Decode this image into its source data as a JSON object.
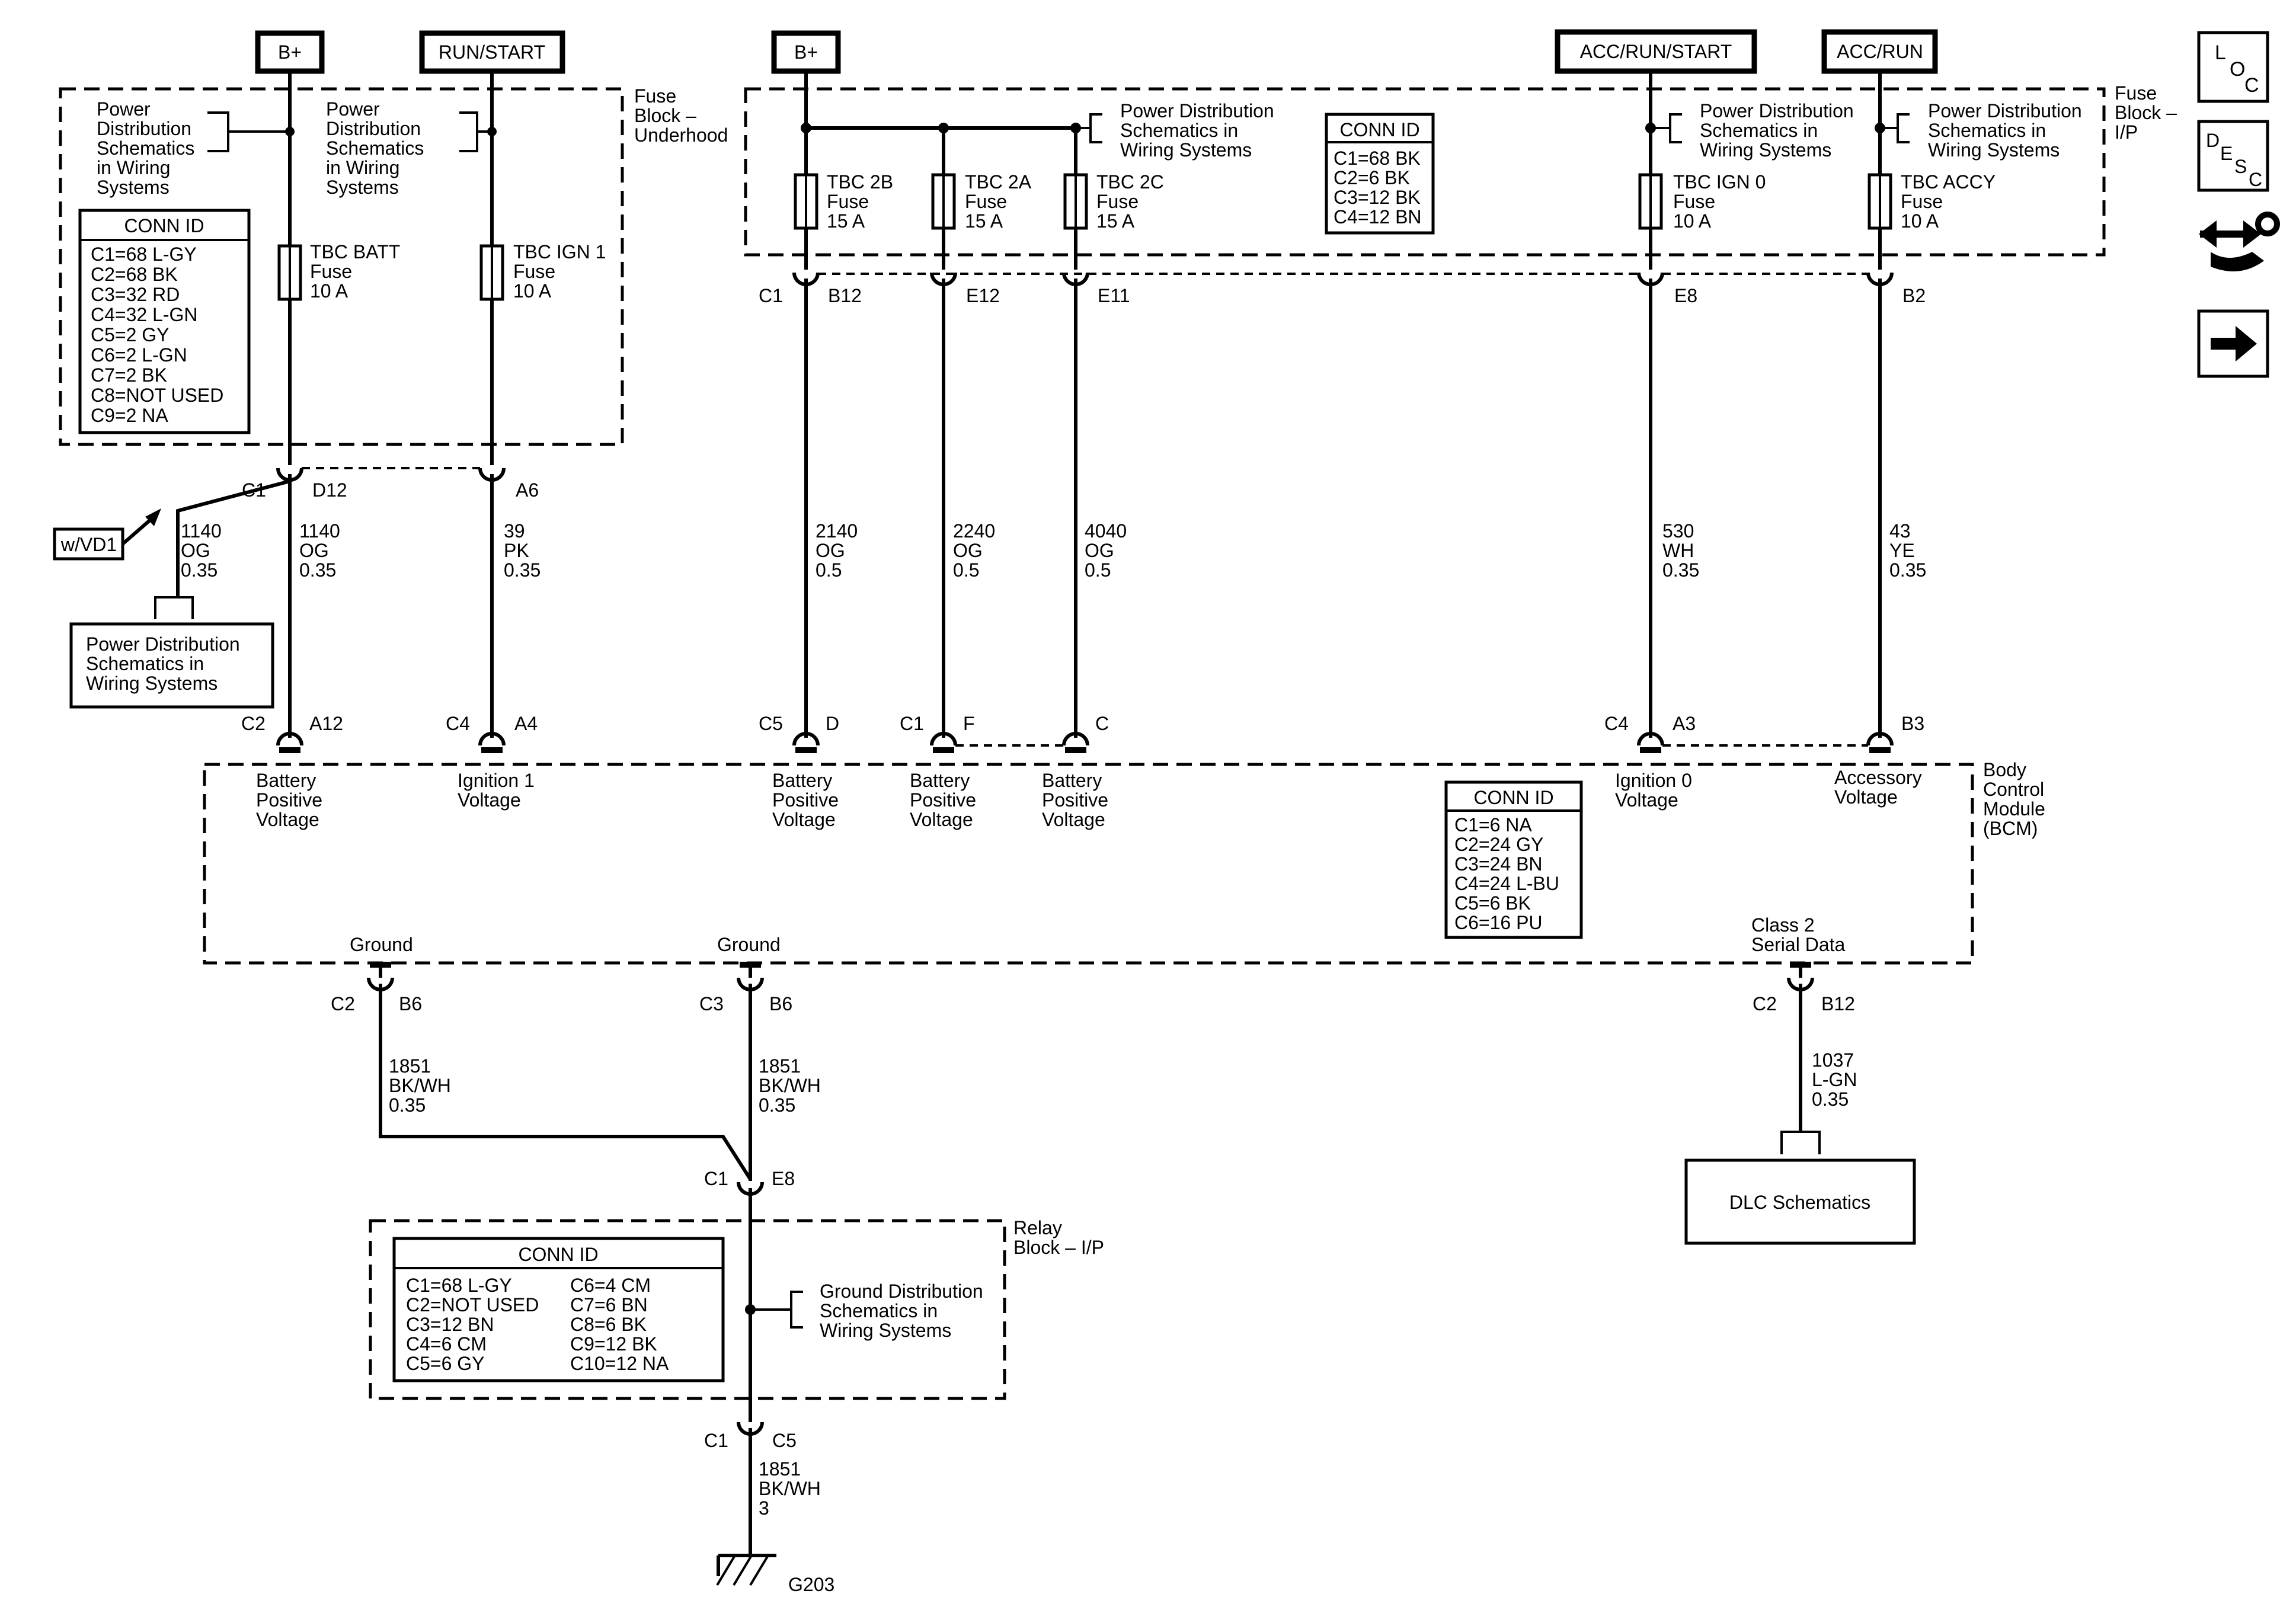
{
  "supplies": [
    {
      "id": "bplus1",
      "label": "B+"
    },
    {
      "id": "runstart",
      "label": "RUN/START"
    },
    {
      "id": "bplus2",
      "label": "B+"
    },
    {
      "id": "accrunstart",
      "label": "ACC/RUN/START"
    },
    {
      "id": "accrun",
      "label": "ACC/RUN"
    }
  ],
  "fuse_block_underhood": {
    "label_lines": [
      "Fuse",
      "Block –",
      "Underhood"
    ]
  },
  "fuse_block_ip": {
    "label_lines": [
      "Fuse",
      "Block –",
      "I/P"
    ]
  },
  "pd_ref": [
    "Power",
    "Distribution",
    "Schematics",
    "in Wiring",
    "Systems"
  ],
  "pd_ref_short": [
    "Power Distribution",
    "Schematics in",
    "Wiring Systems"
  ],
  "conn_underhood": {
    "title": "CONN ID",
    "rows": [
      "C1=68 L-GY",
      "C2=68 BK",
      "C3=32 RD",
      "C4=32 L-GN",
      "C5=2 GY",
      "C6=2 L-GN",
      "C7=2 BK",
      "C8=NOT USED",
      "C9=2 NA"
    ]
  },
  "conn_ip": {
    "title": "CONN ID",
    "rows": [
      "C1=68 BK",
      "C2=6 BK",
      "C3=12 BK",
      "C4=12 BN"
    ]
  },
  "conn_bcm": {
    "title": "CONN ID",
    "rows": [
      "C1=6 NA",
      "C2=24 GY",
      "C3=24 BN",
      "C4=24 L-BU",
      "C5=6 BK",
      "C6=16 PU"
    ]
  },
  "conn_relay": {
    "title": "CONN ID",
    "col1": [
      "C1=68 L-GY",
      "C2=NOT USED",
      "C3=12 BN",
      "C4=6 CM",
      "C5=6 GY"
    ],
    "col2": [
      "C6=4 CM",
      "C7=6 BN",
      "C8=6 BK",
      "C9=12 BK",
      "C10=12 NA"
    ]
  },
  "fuses": [
    {
      "id": "batt",
      "lines": [
        "TBC BATT",
        "Fuse",
        "10 A"
      ]
    },
    {
      "id": "ign1",
      "lines": [
        "TBC IGN 1",
        "Fuse",
        "10 A"
      ]
    },
    {
      "id": "f2b",
      "lines": [
        "TBC 2B",
        "Fuse",
        "15 A"
      ]
    },
    {
      "id": "f2a",
      "lines": [
        "TBC 2A",
        "Fuse",
        "15 A"
      ]
    },
    {
      "id": "f2c",
      "lines": [
        "TBC 2C",
        "Fuse",
        "15 A"
      ]
    },
    {
      "id": "ign0",
      "lines": [
        "TBC IGN 0",
        "Fuse",
        "10 A"
      ]
    },
    {
      "id": "accy",
      "lines": [
        "TBC ACCY",
        "Fuse",
        "10 A"
      ]
    }
  ],
  "upper_pins": {
    "c1": "C1",
    "d12": "D12",
    "a6": "A6",
    "c1b": "C1",
    "b12": "B12",
    "e12": "E12",
    "e11": "E11",
    "e8": "E8",
    "b2": "B2"
  },
  "wires": [
    {
      "id": "w1140a",
      "lines": [
        "1140",
        "OG",
        "0.35"
      ]
    },
    {
      "id": "w1140b",
      "lines": [
        "1140",
        "OG",
        "0.35"
      ]
    },
    {
      "id": "w39",
      "lines": [
        "39",
        "PK",
        "0.35"
      ]
    },
    {
      "id": "w2140",
      "lines": [
        "2140",
        "OG",
        "0.5"
      ]
    },
    {
      "id": "w2240",
      "lines": [
        "2240",
        "OG",
        "0.5"
      ]
    },
    {
      "id": "w4040",
      "lines": [
        "4040",
        "OG",
        "0.5"
      ]
    },
    {
      "id": "w530",
      "lines": [
        "530",
        "WH",
        "0.35"
      ]
    },
    {
      "id": "w43",
      "lines": [
        "43",
        "YE",
        "0.35"
      ]
    },
    {
      "id": "w1851a",
      "lines": [
        "1851",
        "BK/WH",
        "0.35"
      ]
    },
    {
      "id": "w1851b",
      "lines": [
        "1851",
        "BK/WH",
        "0.35"
      ]
    },
    {
      "id": "w1037",
      "lines": [
        "1037",
        "L-GN",
        "0.35"
      ]
    },
    {
      "id": "w1851c",
      "lines": [
        "1851",
        "BK/WH",
        "3"
      ]
    }
  ],
  "option_tag": "w/VD1",
  "bcm_pins": {
    "c2": "C2",
    "a12": "A12",
    "c4": "C4",
    "a4": "A4",
    "c5": "C5",
    "d": "D",
    "c1": "C1",
    "f": "F",
    "c": "C",
    "c4b": "C4",
    "a3": "A3",
    "b3": "B3"
  },
  "bcm": {
    "label_lines": [
      "Body",
      "Control",
      "Module",
      "(BCM)"
    ],
    "inputs": [
      {
        "id": "bat1",
        "lines": [
          "Battery",
          "Positive",
          "Voltage"
        ]
      },
      {
        "id": "ign1",
        "lines": [
          "Ignition 1",
          "Voltage"
        ]
      },
      {
        "id": "bat2",
        "lines": [
          "Battery",
          "Positive",
          "Voltage"
        ]
      },
      {
        "id": "bat3",
        "lines": [
          "Battery",
          "Positive",
          "Voltage"
        ]
      },
      {
        "id": "bat4",
        "lines": [
          "Battery",
          "Positive",
          "Voltage"
        ]
      },
      {
        "id": "ign0",
        "lines": [
          "Ignition 0",
          "Voltage"
        ]
      },
      {
        "id": "acc",
        "lines": [
          "Accessory",
          "Voltage"
        ]
      }
    ],
    "ground1": "Ground",
    "ground2": "Ground",
    "serial_lines": [
      "Class 2",
      "Serial Data"
    ]
  },
  "lower_pins": {
    "c2": "C2",
    "b6": "B6",
    "c3": "C3",
    "b6b": "B6",
    "c2b": "C2",
    "b12": "B12",
    "c1": "C1",
    "e8": "E8",
    "c1b": "C1",
    "c5": "C5"
  },
  "relay_block": {
    "label_lines": [
      "Relay",
      "Block – I/P"
    ]
  },
  "gd_ref": [
    "Ground Distribution",
    "Schematics in",
    "Wiring Systems"
  ],
  "dlc": "DLC Schematics",
  "ground_point": "G203",
  "side_icons": [
    {
      "id": "loc",
      "letters": [
        "L",
        "O",
        "C"
      ]
    },
    {
      "id": "desc",
      "letters": [
        "D",
        "E",
        "S",
        "C"
      ]
    }
  ]
}
